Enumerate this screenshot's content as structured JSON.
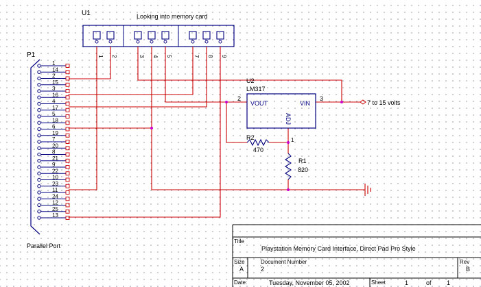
{
  "u1": {
    "ref": "U1",
    "label": "Looking into memory card",
    "pins": [
      "1",
      "2",
      "3",
      "4",
      "5",
      "7",
      "8",
      "9"
    ]
  },
  "p1": {
    "ref": "P1",
    "name": "Parallel Port",
    "pins": [
      "1",
      "14",
      "2",
      "15",
      "3",
      "16",
      "4",
      "17",
      "5",
      "18",
      "6",
      "19",
      "7",
      "20",
      "8",
      "21",
      "9",
      "22",
      "10",
      "23",
      "11",
      "24",
      "12",
      "25",
      "13"
    ]
  },
  "u2": {
    "ref": "U2",
    "part": "LM317",
    "vout_label": "VOUT",
    "vin_label": "VIN",
    "adj_label": "ADJ",
    "pin_vout": "2",
    "pin_vin": "3",
    "pin_adj": "1"
  },
  "r2": {
    "ref": "R2",
    "value": "470"
  },
  "r1": {
    "ref": "R1",
    "value": "820"
  },
  "supply_label": "7 to 15 volts",
  "title_block": {
    "title_label": "Title",
    "title": "Playstation Memory Card Interface, Direct Pad Pro Style",
    "size_label": "Size",
    "size": "A",
    "docnum_label": "Document Number",
    "docnum": "2",
    "rev_label": "Rev",
    "rev": "B",
    "date_label": "Date:",
    "date": "Tuesday, November 05, 2002",
    "sheet_label": "Sheet",
    "sheet": "1",
    "of_label": "of",
    "of": "1"
  },
  "colors": {
    "wire": "#cc0000",
    "body": "#000080",
    "text": "#000000",
    "junction": "#cc00cc"
  }
}
